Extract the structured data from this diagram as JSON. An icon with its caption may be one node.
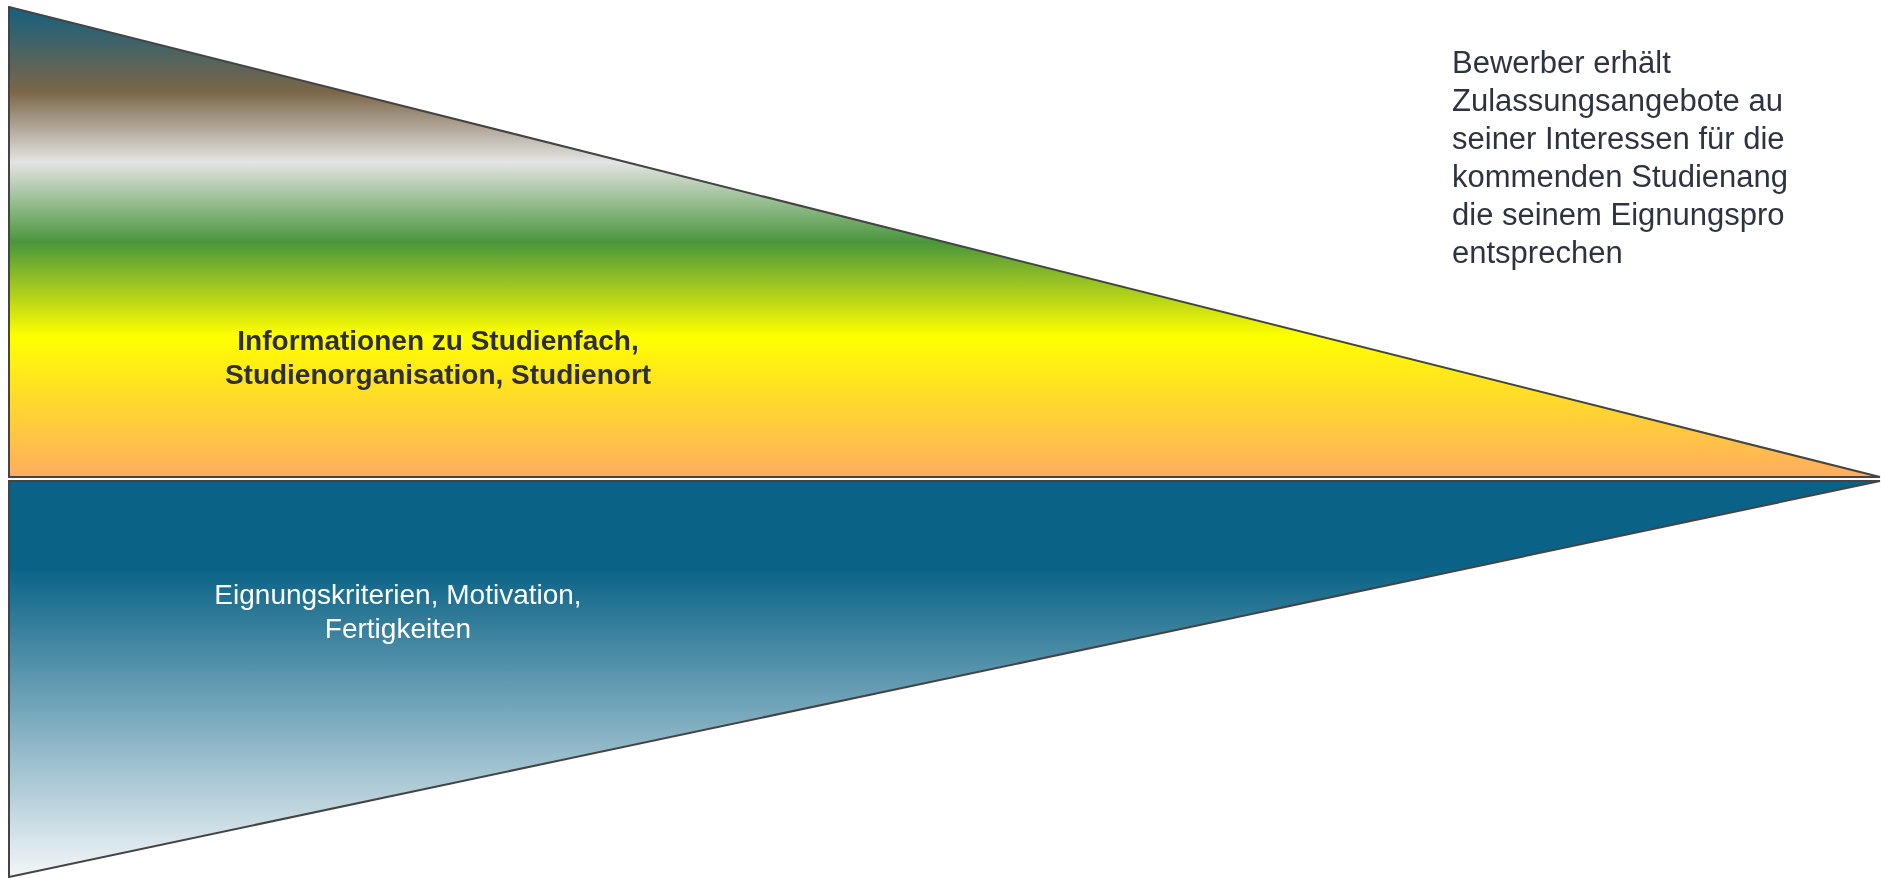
{
  "diagram": {
    "nodes": [
      {
        "text": [
          "Informationen zu Studienfach, Studienorganisation, Studienort"
        ]
      },
      {
        "text": [
          "Eignungskriterien, Motivation, Fertigkeiten"
        ]
      }
    ],
    "labels": [
      "Bewerber erhält Zulassungsangebote au seiner Interessen für die kommenden Studienang die seinem Eignungspro entsprechen"
    ]
  }
}
